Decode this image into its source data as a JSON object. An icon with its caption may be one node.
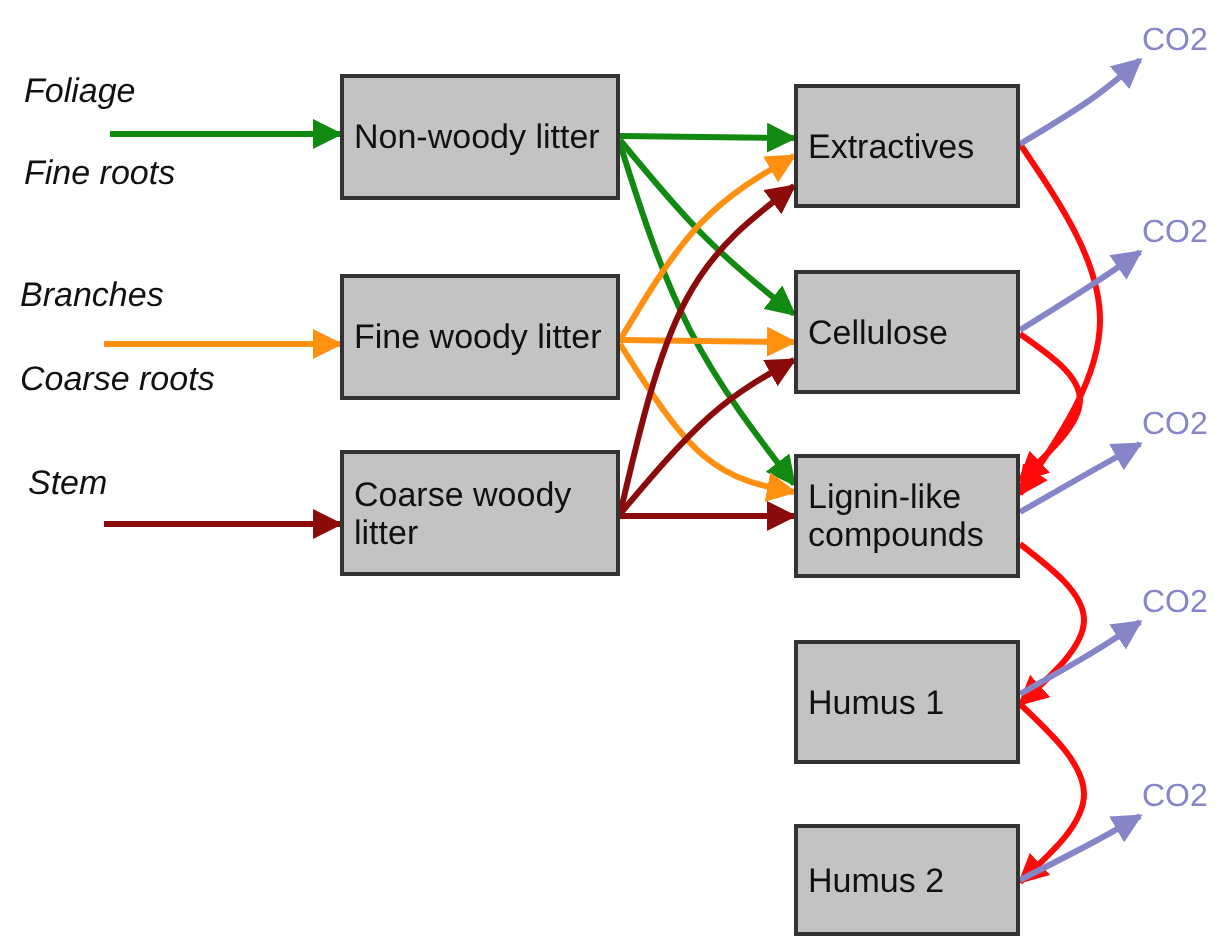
{
  "diagram": {
    "nodes": [
      {
        "text": [
          "Non-woody litter"
        ]
      },
      {
        "text": [
          "Fine woody litter"
        ]
      },
      {
        "text": [
          "Coarse woody litter"
        ]
      },
      {
        "text": [
          "Extractives"
        ]
      },
      {
        "text": [
          "Cellulose"
        ]
      },
      {
        "text": [
          "Lignin-like compounds"
        ]
      },
      {
        "text": [
          "Humus 1"
        ]
      },
      {
        "text": [
          "Humus 2"
        ]
      },
      {
        "text": [
          "CO2"
        ]
      },
      {
        "text": [
          "CO2"
        ]
      },
      {
        "text": [
          "CO2"
        ]
      },
      {
        "text": [
          "CO2"
        ]
      },
      {
        "text": [
          "CO2"
        ]
      }
    ],
    "edges": [
      {
        "from": null,
        "to": 0,
        "arrow": "to",
        "color": "#128a12"
      },
      {
        "from": null,
        "to": 1,
        "arrow": "to",
        "color": "#ff9010"
      },
      {
        "from": null,
        "to": 2,
        "arrow": "to",
        "color": "#8b0a0a"
      },
      {
        "from": 0,
        "to": 3,
        "arrow": "to",
        "color": "#128a12"
      },
      {
        "from": 0,
        "to": 4,
        "arrow": "to",
        "color": "#128a12"
      },
      {
        "from": 0,
        "to": 5,
        "arrow": "to",
        "color": "#128a12"
      },
      {
        "from": 1,
        "to": 3,
        "arrow": "to",
        "color": "#ff9010"
      },
      {
        "from": 1,
        "to": 4,
        "arrow": "to",
        "color": "#ff9010"
      },
      {
        "from": 1,
        "to": 5,
        "arrow": "to",
        "color": "#ff9010"
      },
      {
        "from": 2,
        "to": 3,
        "arrow": "to",
        "color": "#8b0a0a"
      },
      {
        "from": 2,
        "to": 4,
        "arrow": "to",
        "color": "#8b0a0a"
      },
      {
        "from": 2,
        "to": 5,
        "arrow": "to",
        "color": "#8b0a0a"
      },
      {
        "from": 3,
        "to": 5,
        "arrow": "to",
        "color": "#ff0a0a"
      },
      {
        "from": 4,
        "to": 5,
        "arrow": "to",
        "color": "#ff0a0a"
      },
      {
        "from": 5,
        "to": 6,
        "arrow": "to",
        "color": "#ff0a0a"
      },
      {
        "from": 6,
        "to": 7,
        "arrow": "to",
        "color": "#ff0a0a"
      },
      {
        "from": 3,
        "to": 8,
        "arrow": "to",
        "color": "#8585c8"
      },
      {
        "from": 4,
        "to": 9,
        "arrow": "to",
        "color": "#8585c8"
      },
      {
        "from": 5,
        "to": 10,
        "arrow": "to",
        "color": "#8585c8"
      },
      {
        "from": 6,
        "to": 11,
        "arrow": "to",
        "color": "#8585c8"
      },
      {
        "from": 7,
        "to": 12,
        "arrow": "to",
        "color": "#8585c8"
      }
    ],
    "labels": [
      "Foliage",
      "Fine roots",
      "Branches",
      "Coarse roots",
      "Stem"
    ]
  }
}
